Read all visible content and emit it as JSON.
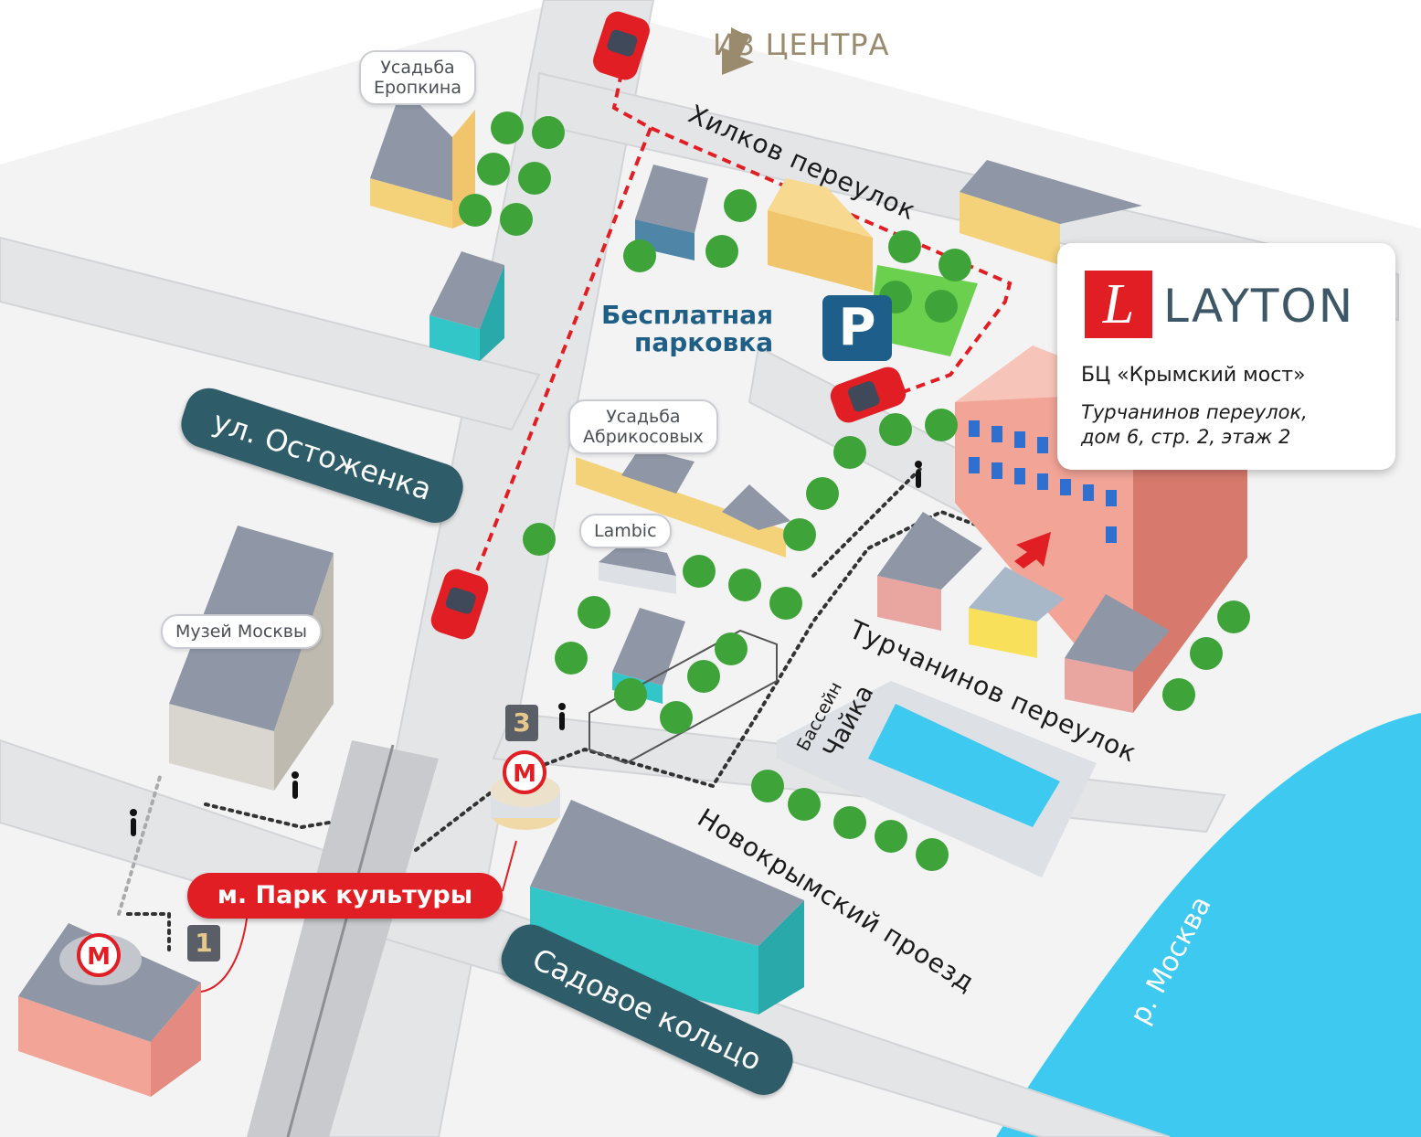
{
  "direction_label": "ИЗ ЦЕНТРА",
  "landmarks": {
    "eropkin": [
      "Усадьба",
      "Еропкина"
    ],
    "abrikosov": [
      "Усадьба",
      "Абрикосовых"
    ],
    "lambic": "Lambic",
    "museum": "Музей Москвы"
  },
  "streets": {
    "khilkov": "Хилков переулок",
    "turchaninov": "Турчанинов переулок",
    "novokrymsky": "Новокрымский проезд",
    "ostozhenka": "ул. Остоженка",
    "sadovoe": "Садовое кольцо"
  },
  "parking": {
    "line1": "Бесплатная",
    "line2": "парковка",
    "sign": "P"
  },
  "pool": {
    "line1": "Бассейн",
    "line2": "Чайка"
  },
  "metro": {
    "station_label": "м. Парк культуры",
    "exit_1": "1",
    "exit_3": "3",
    "logo_letter": "M"
  },
  "river": "р. Москва",
  "card": {
    "logo_letter": "L",
    "brand": "LAYTON",
    "business_center": "БЦ «Крымский мост»",
    "address_line1": "Турчанинов переулок,",
    "address_line2": "дом 6, стр. 2, этаж 2"
  },
  "colors": {
    "route": "#e01e23",
    "road": "#e4e5e7",
    "river": "#3ec9f0",
    "street_flag": "#2e5c68",
    "parking_blue": "#1d5f8a",
    "tree": "#3ea43a",
    "target_building": "#f2a497"
  }
}
